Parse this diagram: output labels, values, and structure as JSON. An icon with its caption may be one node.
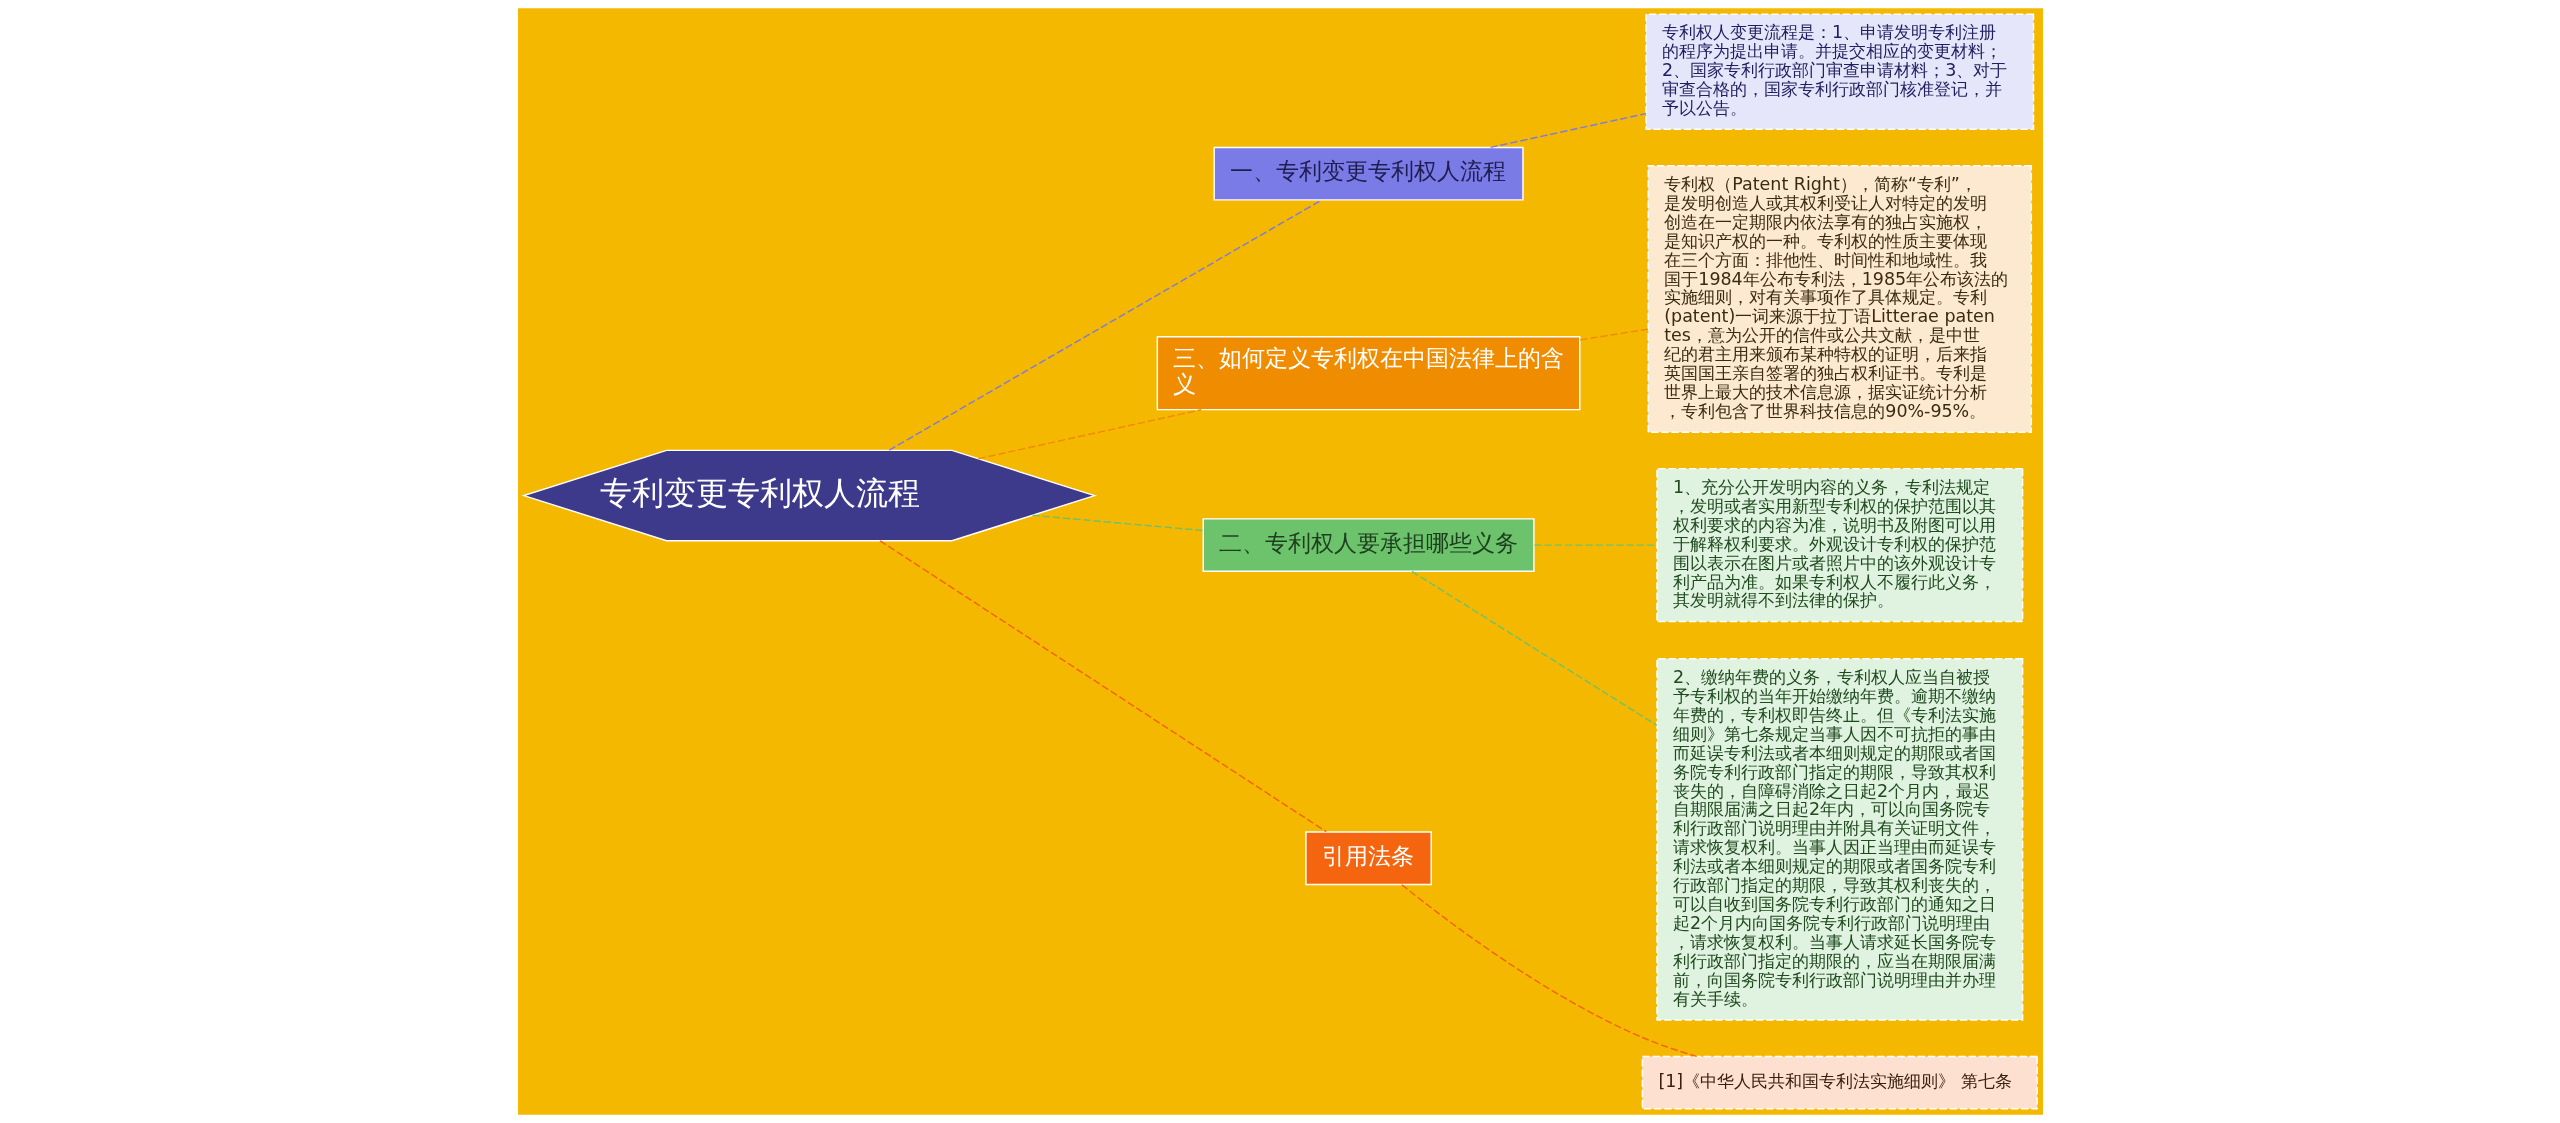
{
  "diagram": {
    "nodes": [
      {
        "text": [
          "专利变更专利权人流程"
        ]
      },
      {
        "text": [
          "一、专利变更专利权人流程"
        ]
      },
      {
        "text": [
          "专利权人变更流程是：1、申请发明专利注册的程序为提出申请。并提交相应的变更材料；2、国家专利行政部门审查申请材料；3、对于审查合格的，国家专利行政部门核准登记，并予以公告。"
        ]
      },
      {
        "text": [
          "三、如何定义专利权在中国法律上的含义"
        ]
      },
      {
        "text": [
          "专利权（Patent Right），简称“专利”，是发明创造人或其权利受让人对特定的发明创造在一定期限内依法享有的独占实施权，是知识产权的一种。专利权的性质主要体现在三个方面：排他性、时间性和地域性。我国于1984年公布专利法，1985年公布该法的实施细则，对有关事项作了具体规定。专利(patent)一词来源于拉丁语Litterae patentes，意为公开的信件或公共文献，是中世纪的君主用来颁布某种特权的证明，后来指英国国王亲自签署的独占权利证书。专利是世界上最大的技术信息源，据实证统计分析，专利包含了世界科技信息的90%-95%。"
        ]
      },
      {
        "text": [
          "二、专利权人要承担哪些义务"
        ]
      },
      {
        "text": [
          "1、充分公开发明内容的义务，专利法规定，发明或者实用新型专利权的保护范围以其权利要求的内容为准，说明书及附图可以用于解释权利要求。外观设计专利权的保护范围以表示在图片或者照片中的该外观设计专利产品为准。如果专利权人不履行此义务，其发明就得不到法律的保护。"
        ]
      },
      {
        "text": [
          "2、缴纳年费的义务，专利权人应当自被授予专利权的当年开始缴纳年费。逾期不缴纳年费的，专利权即告终止。但《专利法实施细则》第七条规定当事人因不可抗拒的事由而延误专利法或者本细则规定的期限或者国务院专利行政部门指定的期限，导致其权利丧失的，自障碍消除之日起2个月内，最迟自期限届满之日起2年内，可以向国务院专利行政部门说明理由并附具有关证明文件，请求恢复权利。当事人因正当理由而延误专利法或者本细则规定的期限或者国务院专利行政部门指定的期限，导致其权利丧失的，可以自收到国务院专利行政部门的通知之日起2个月内向国务院专利行政部门说明理由，请求恢复权利。当事人请求延长国务院专利行政部门指定的期限的，应当在期限届满前，向国务院专利行政部门说明理由并办理有关手续。"
        ]
      },
      {
        "text": [
          "引用法条"
        ]
      },
      {
        "text": [
          "[1]《中华人民共和国专利法实施细则》 第七条"
        ]
      }
    ],
    "edges": [
      {
        "from": 0,
        "to": 1,
        "arrow": "none",
        "style": "dashed",
        "color": "#7b7be0"
      },
      {
        "from": 1,
        "to": 2,
        "arrow": "none",
        "style": "dashed",
        "color": "#7b7be0"
      },
      {
        "from": 0,
        "to": 3,
        "arrow": "none",
        "style": "dashed",
        "color": "#f08c00"
      },
      {
        "from": 3,
        "to": 4,
        "arrow": "none",
        "style": "dashed",
        "color": "#f08c00"
      },
      {
        "from": 0,
        "to": 5,
        "arrow": "none",
        "style": "dashed",
        "color": "#6cc36c"
      },
      {
        "from": 5,
        "to": 6,
        "arrow": "none",
        "style": "dashed",
        "color": "#6cc36c"
      },
      {
        "from": 5,
        "to": 7,
        "arrow": "none",
        "style": "dashed",
        "color": "#6cc36c"
      },
      {
        "from": 0,
        "to": 8,
        "arrow": "none",
        "style": "dashed",
        "color": "#f5650f"
      },
      {
        "from": 8,
        "to": 9,
        "arrow": "none",
        "style": "dashed",
        "color": "#f5650f"
      }
    ]
  }
}
